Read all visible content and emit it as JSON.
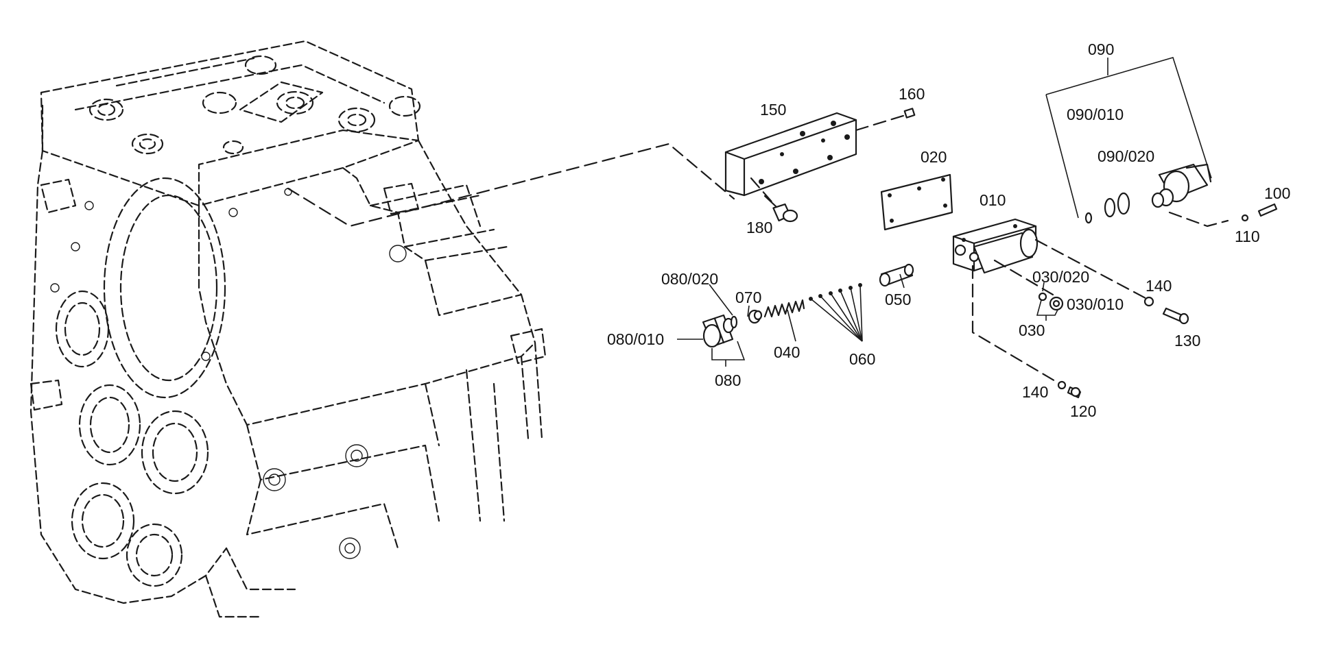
{
  "labels": {
    "p010": "010",
    "p020": "020",
    "p030": "030",
    "p030_010": "030/010",
    "p030_020": "030/020",
    "p040": "040",
    "p050": "050",
    "p060": "060",
    "p070": "070",
    "p080": "080",
    "p080_010": "080/010",
    "p080_020": "080/020",
    "p090": "090",
    "p090_010": "090/010",
    "p090_020": "090/020",
    "p100": "100",
    "p110": "110",
    "p120": "120",
    "p130": "130",
    "p140a": "140",
    "p140b": "140",
    "p150": "150",
    "p160": "160",
    "p180": "180"
  },
  "colors": {
    "line": "#1a1a1a",
    "background": "#ffffff"
  }
}
